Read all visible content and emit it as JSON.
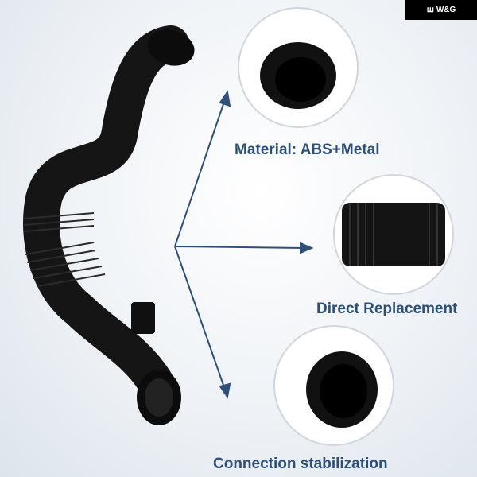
{
  "brand": {
    "logo_text": "W&G",
    "logo_mark": "ꟺ"
  },
  "features": [
    {
      "label": "Material: ABS+Metal"
    },
    {
      "label": "Direct Replacement"
    },
    {
      "label": "Connection stabilization"
    }
  ],
  "colors": {
    "label": "#2d5078",
    "arrow": "#2d5078",
    "part": "#111111"
  }
}
